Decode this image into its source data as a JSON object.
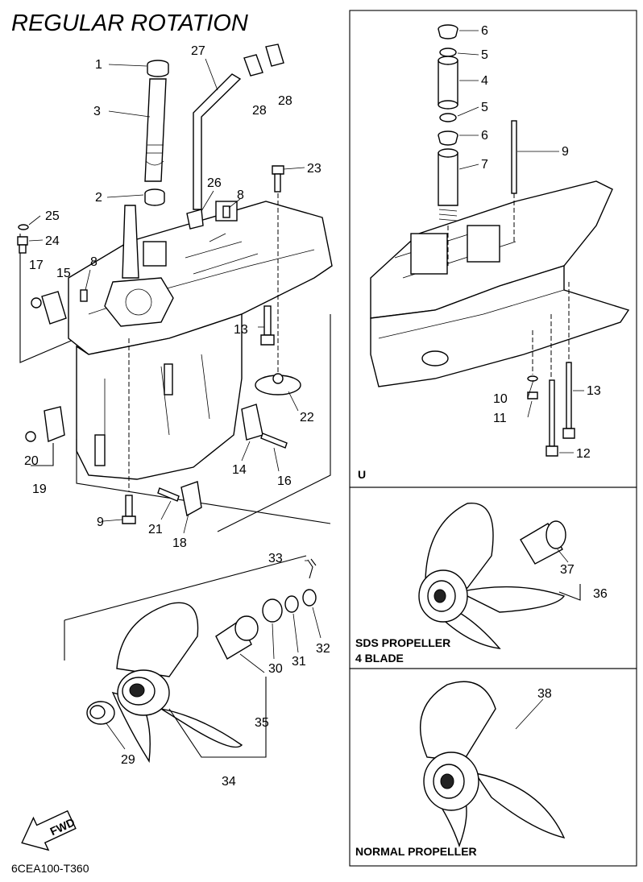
{
  "title": "REGULAR ROTATION",
  "diagram_code": "6CEA100-T360",
  "fwd_label": "FWD",
  "panels": {
    "upper_unit": "U",
    "sds_propeller_line1": "SDS PROPELLER",
    "sds_propeller_line2": "4 BLADE",
    "normal_propeller": "NORMAL PROPELLER"
  },
  "callouts": {
    "c1": "1",
    "c2": "2",
    "c3": "3",
    "c8a": "8",
    "c8b": "8",
    "c9a": "9",
    "c13a": "13",
    "c14": "14",
    "c15": "15",
    "c16": "16",
    "c17": "17",
    "c18": "18",
    "c19": "19",
    "c20": "20",
    "c21": "21",
    "c22": "22",
    "c23": "23",
    "c24": "24",
    "c25": "25",
    "c26": "26",
    "c27": "27",
    "c28a": "28",
    "c28b": "28",
    "c29": "29",
    "c30": "30",
    "c31": "31",
    "c32": "32",
    "c33": "33",
    "c34": "34",
    "c35": "35",
    "r6a": "6",
    "r5a": "5",
    "r4": "4",
    "r5b": "5",
    "r6b": "6",
    "r7": "7",
    "r9": "9",
    "r10": "10",
    "r11": "11",
    "r12": "12",
    "r13": "13",
    "c36": "36",
    "c37": "37",
    "c38": "38"
  }
}
